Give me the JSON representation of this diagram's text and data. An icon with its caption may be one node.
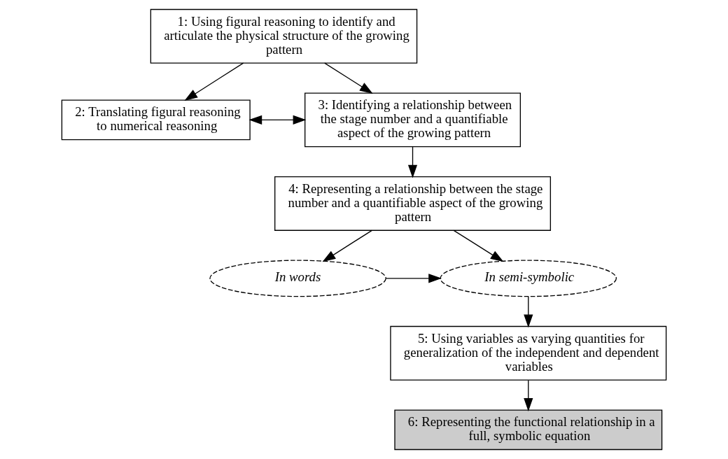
{
  "diagram": {
    "nodes": [
      {
        "text": [
          "1: Using figural reasoning to identify and articulate the physical structure of the growing pattern"
        ]
      },
      {
        "text": [
          "2: Translating figural reasoning to numerical reasoning"
        ]
      },
      {
        "text": [
          "3: Identifying a relationship between the stage number and a quantifiable aspect of the growing pattern"
        ]
      },
      {
        "text": [
          "4: Representing a relationship between the stage number and a quantifiable aspect of the growing pattern"
        ]
      },
      {
        "text": [
          "In words"
        ]
      },
      {
        "text": [
          "In semi-symbolic"
        ]
      },
      {
        "text": [
          "5: Using variables as varying quantities for generalization of the independent and dependent variables"
        ]
      },
      {
        "text": [
          "6: Representing the functional relationship in a full, symbolic equation"
        ]
      }
    ],
    "edges": [
      {
        "from": 0,
        "to": 1,
        "arrow": "to"
      },
      {
        "from": 0,
        "to": 2,
        "arrow": "to"
      },
      {
        "from": 1,
        "to": 2,
        "arrow": "both"
      },
      {
        "from": 2,
        "to": 3,
        "arrow": "to"
      },
      {
        "from": 3,
        "to": 4,
        "arrow": "to"
      },
      {
        "from": 3,
        "to": 5,
        "arrow": "to"
      },
      {
        "from": 4,
        "to": 5,
        "arrow": "to"
      },
      {
        "from": 5,
        "to": 6,
        "arrow": "to"
      },
      {
        "from": 6,
        "to": 7,
        "arrow": "to"
      }
    ]
  }
}
